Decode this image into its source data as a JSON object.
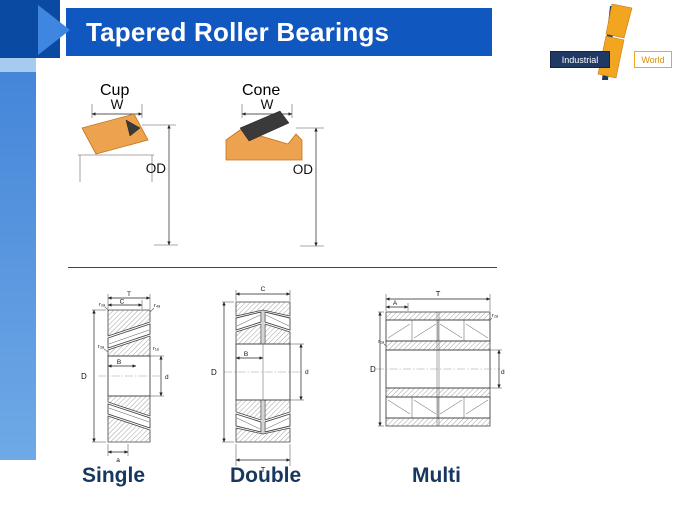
{
  "slide": {
    "title": "Tapered Roller Bearings"
  },
  "logo": {
    "industrial": "Industrial",
    "world": "World"
  },
  "overview": {
    "cup": {
      "label": "Cup",
      "w": "W",
      "od": "OD"
    },
    "cone": {
      "label": "Cone",
      "w": "W",
      "od": "OD"
    }
  },
  "types": {
    "single": {
      "label": "Single",
      "dims": {
        "T": "T",
        "C": "C",
        "B": "B",
        "a": "a",
        "d": "d",
        "D": "D",
        "r_tl": "r₂ₐ",
        "r_tr": "r₄ₐ",
        "r_ml": "r₃ₐ",
        "r_mr": "r₁ₐ"
      }
    },
    "double": {
      "label": "Double",
      "dims": {
        "C": "C",
        "B": "B",
        "d": "d",
        "D": "D",
        "T": "T"
      }
    },
    "multi": {
      "label": "Multi",
      "dims": {
        "T": "T",
        "A": "A",
        "d": "d",
        "D": "D",
        "r_r": "r₂ₐ",
        "r_l": "r₁ₐ"
      }
    }
  },
  "colors": {
    "header-blue": "#1058C0",
    "corner-blue": "#0B4AA2",
    "chevron-blue": "#3F86E0",
    "band-blue-top": "#3D7FD6",
    "band-blue-bottom": "#6FA9E6",
    "band-light": "#A6CBEF",
    "navy-text": "#17375E",
    "divider-blue": "#1F4E79",
    "bearing-orange": "#EDA24F",
    "bearing-orange-dark": "#C1761B",
    "logo-orange": "#F2A51E",
    "logo-navy": "#1F3864"
  }
}
